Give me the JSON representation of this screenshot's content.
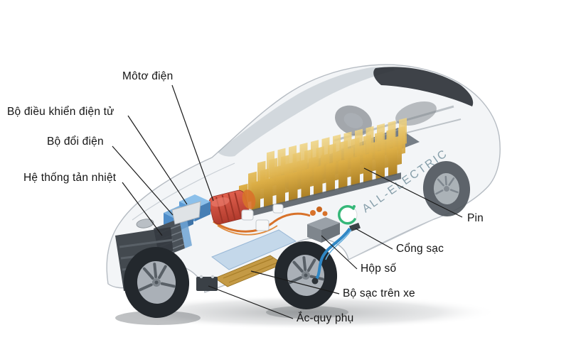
{
  "diagram": {
    "brand_text": "ALL-ELECTRIC",
    "labels": {
      "motor": "Môtơ điện",
      "controller": "Bộ điều khiển điện tử",
      "inverter": "Bộ đổi điện",
      "cooling": "Hệ thống tản nhiệt",
      "battery": "Pin",
      "charge_port": "Cổng sạc",
      "gearbox": "Hộp số",
      "onboard_charger": "Bộ sạc trên xe",
      "aux_battery": "Ắc-quy phụ"
    },
    "colors": {
      "battery_cell_gold": "#d6a63e",
      "motor_red": "#c64a3a",
      "inverter_blue": "#5b9bd5",
      "logo_green": "#35b778",
      "cable_blue": "#2f87c5",
      "brand_text": "#7e98a4",
      "label_text": "#141414",
      "body_gray": "#f2f4f6"
    }
  }
}
